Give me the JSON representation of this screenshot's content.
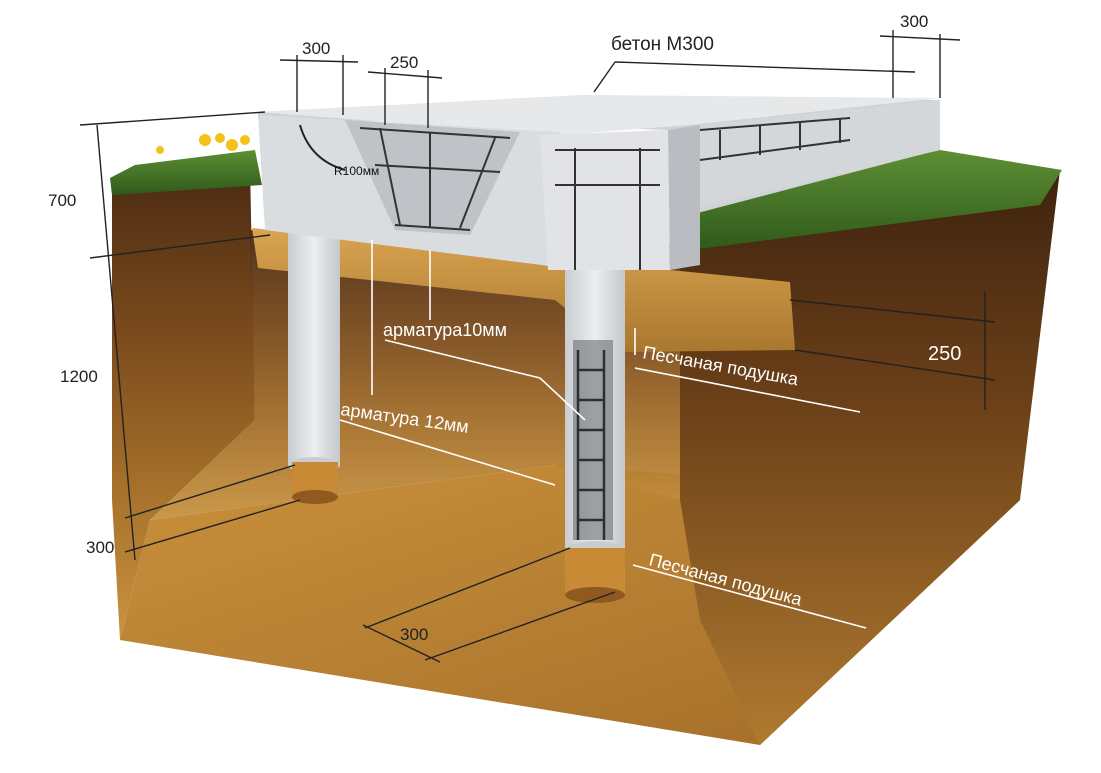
{
  "labels": {
    "concrete": "бетон М300",
    "top_width_left": "300",
    "top_width_mid": "250",
    "top_width_right": "300",
    "radius": "R100мм",
    "height_top": "700",
    "height_pile": "1200",
    "height_base": "300",
    "sand_layer_thickness": "250",
    "rebar_10": "арматура10мм",
    "rebar_12": "арматура 12мм",
    "sand_cushion_top": "Песчаная подушка",
    "sand_cushion_bottom": "Песчаная подушка",
    "pile_diameter": "300"
  },
  "colors": {
    "soil_dark": "#5a3518",
    "soil_mid": "#8a5a22",
    "soil_light": "#c28a3a",
    "grass": "#3f6e26",
    "concrete": "#d9dcdf",
    "sand": "#c8963f",
    "rebar": "#3a3a3a"
  }
}
